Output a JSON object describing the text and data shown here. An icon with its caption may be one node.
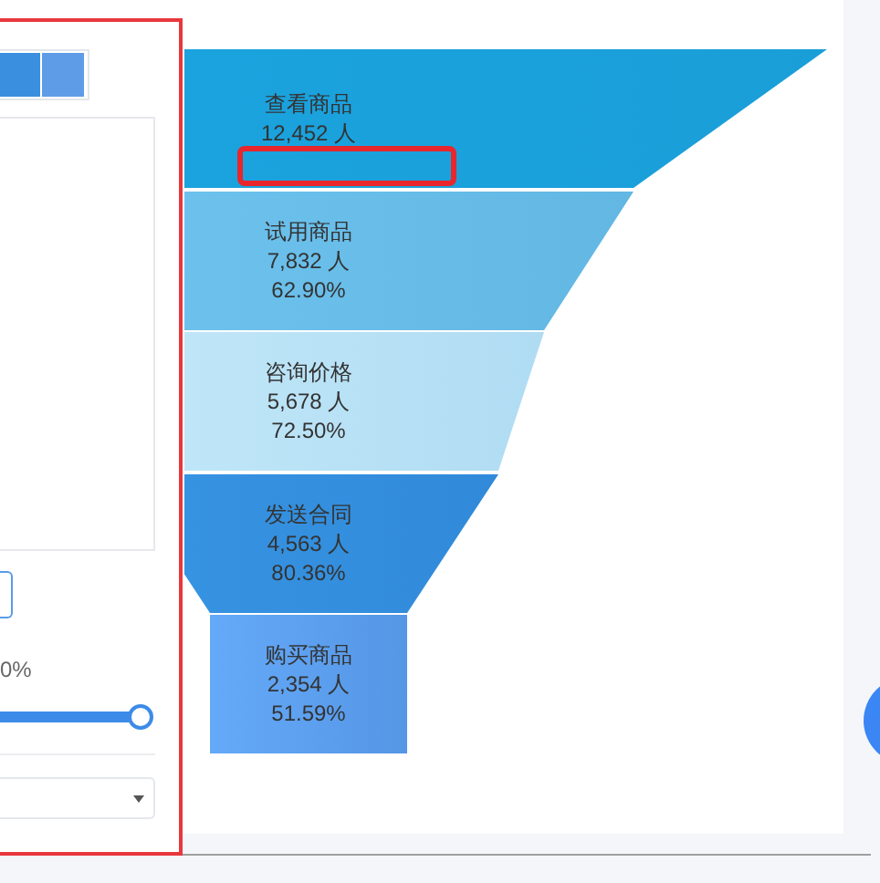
{
  "diagram": {
    "nodes": [
      {
        "text": [
          "查看商品",
          "12,452 人"
        ]
      },
      {
        "text": [
          "试用商品",
          "7,832 人",
          "62.90%"
        ]
      },
      {
        "text": [
          "咨询价格",
          "5,678 人",
          "72.50%"
        ]
      },
      {
        "text": [
          "发送合同",
          "4,563 人",
          "80.36%"
        ]
      },
      {
        "text": [
          "购买商品",
          "2,354 人",
          "51.59%"
        ]
      }
    ],
    "labels": [
      "0%"
    ]
  }
}
